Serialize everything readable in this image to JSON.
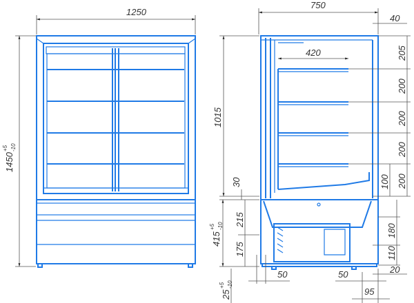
{
  "title": "Refrigerated display cabinet dimension drawing",
  "colors": {
    "outline": "#1f7ae6",
    "dimension": "#555555"
  },
  "front_view": {
    "width": "1250",
    "height": "1450",
    "height_tol_upper": "+5",
    "height_tol_lower": "-10"
  },
  "side_view": {
    "depth": "750",
    "top_offset": "40",
    "shelf_depth": "420",
    "shelf_spacing": [
      "205",
      "200",
      "200",
      "200",
      "200"
    ],
    "bottom_gap": "100",
    "display_height": "1015",
    "deck_gap": "30",
    "base_height": "415",
    "base_tol_upper": "+5",
    "base_tol_lower": "-10",
    "base_upper": "215",
    "base_lower": "175",
    "right_upper": "180",
    "right_lower": "110",
    "right_offset": "20",
    "left_foot": "50",
    "right_foot": "50",
    "rear_offset": "95",
    "foot_height": "25",
    "foot_tol_upper": "+5",
    "foot_tol_lower": "-10"
  }
}
